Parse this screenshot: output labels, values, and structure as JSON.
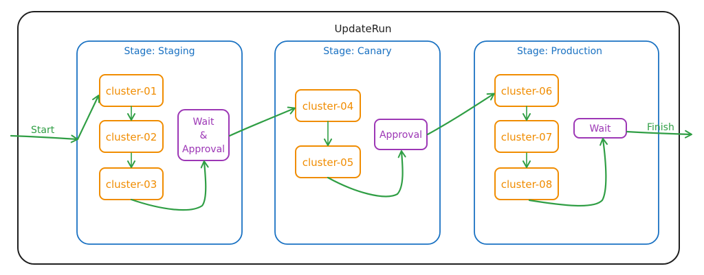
{
  "diagram": {
    "title": "UpdateRun",
    "start_label": "Start",
    "finish_label": "Finish",
    "colors": {
      "frame": "#1e1e1e",
      "stage": "#1971c2",
      "cluster": "#f08c00",
      "gate": "#9c36b5",
      "arrow": "#2f9e44"
    },
    "stages": [
      {
        "label": "Stage: Staging",
        "clusters": [
          "cluster-01",
          "cluster-02",
          "cluster-03"
        ],
        "gate": [
          "Wait",
          "&",
          "Approval"
        ]
      },
      {
        "label": "Stage: Canary",
        "clusters": [
          "cluster-04",
          "cluster-05"
        ],
        "gate": [
          "Approval"
        ]
      },
      {
        "label": "Stage: Production",
        "clusters": [
          "cluster-06",
          "cluster-07",
          "cluster-08"
        ],
        "gate": [
          "Wait"
        ]
      }
    ]
  }
}
